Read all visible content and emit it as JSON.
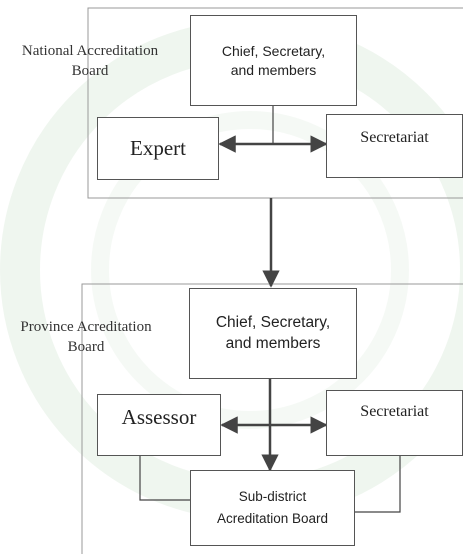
{
  "national": {
    "label": "National Accreditation Board",
    "chief": "Chief, Secretary, and members",
    "expert": "Expert",
    "secretariat": "Secretariat"
  },
  "province": {
    "label": "Province Acreditation Board",
    "chief": "Chief, Secretary, and members",
    "assessor": "Assessor",
    "secretariat": "Secretariat",
    "subdistrict": "Sub-district Acreditation Board"
  },
  "colors": {
    "box_fill": "#ffffff",
    "line": "#444444",
    "watermark": "#d8ead8"
  }
}
